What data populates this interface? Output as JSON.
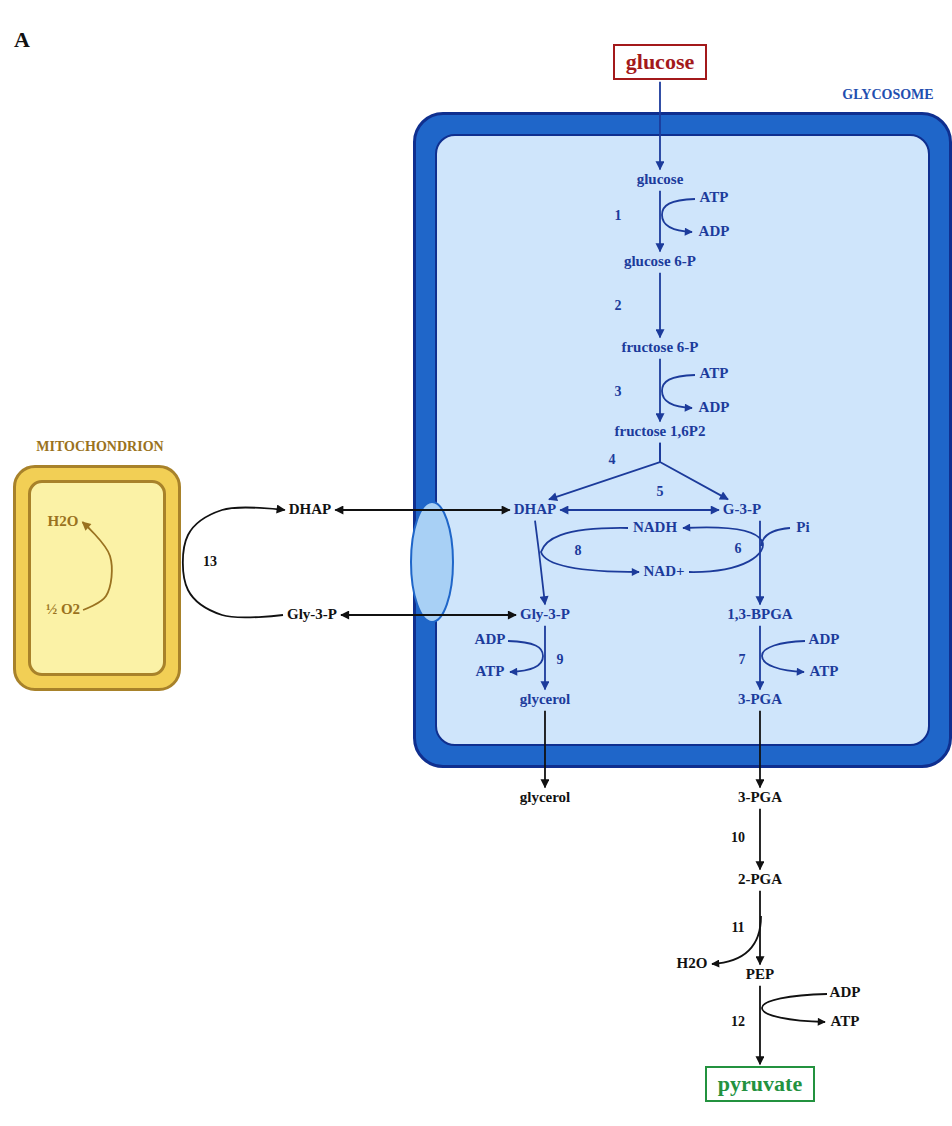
{
  "diagram": {
    "nodes": [
      {
        "text": [
          "glucose"
        ]
      },
      {
        "text": [
          "GLYCOSOME"
        ]
      },
      {
        "text": [
          "glucose"
        ],
        "in": 1
      },
      {
        "text": [
          "glucose 6-P"
        ],
        "in": 1
      },
      {
        "text": [
          "fructose 6-P"
        ],
        "in": 1
      },
      {
        "text": [
          "fructose 1,6P2"
        ],
        "in": 1
      },
      {
        "text": [
          "DHAP"
        ],
        "in": 1
      },
      {
        "text": [
          "G-3-P"
        ],
        "in": 1
      },
      {
        "text": [
          "Gly-3-P"
        ],
        "in": 1
      },
      {
        "text": [
          "1,3-BPGA"
        ],
        "in": 1
      },
      {
        "text": [
          "glycerol"
        ],
        "in": 1
      },
      {
        "text": [
          "3-PGA"
        ],
        "in": 1
      },
      {
        "text": [
          "MITOCHONDRION"
        ]
      },
      {
        "text": [
          "H2O"
        ],
        "in": 12
      },
      {
        "text": [
          "½ O2"
        ],
        "in": 12
      },
      {
        "text": [
          "DHAP"
        ]
      },
      {
        "text": [
          "Gly-3-P"
        ]
      },
      {
        "text": [
          "glycerol"
        ]
      },
      {
        "text": [
          "3-PGA"
        ]
      },
      {
        "text": [
          "2-PGA"
        ]
      },
      {
        "text": [
          "PEP"
        ]
      },
      {
        "text": [
          "pyruvate"
        ]
      }
    ],
    "edges": [
      {
        "from": 0,
        "to": 2,
        "arrow": "to"
      },
      {
        "from": 2,
        "to": 3,
        "arrow": "to"
      },
      {
        "from": 3,
        "to": 4,
        "arrow": "to"
      },
      {
        "from": 4,
        "to": 5,
        "arrow": "to"
      },
      {
        "from": 5,
        "to": 6,
        "arrow": "to"
      },
      {
        "from": 5,
        "to": 7,
        "arrow": "to"
      },
      {
        "from": 6,
        "to": 7,
        "arrow": "both"
      },
      {
        "from": 6,
        "to": 8,
        "arrow": "to"
      },
      {
        "from": 7,
        "to": 9,
        "arrow": "to"
      },
      {
        "from": 8,
        "to": 10,
        "arrow": "to"
      },
      {
        "from": 9,
        "to": 11,
        "arrow": "to"
      },
      {
        "from": 10,
        "to": 17,
        "arrow": "to"
      },
      {
        "from": 11,
        "to": 18,
        "arrow": "to"
      },
      {
        "from": 18,
        "to": 19,
        "arrow": "to"
      },
      {
        "from": 19,
        "to": 20,
        "arrow": "to"
      },
      {
        "from": 20,
        "to": 21,
        "arrow": "to"
      },
      {
        "from": 15,
        "to": 6,
        "arrow": "both"
      },
      {
        "from": 16,
        "to": 8,
        "arrow": "both"
      },
      {
        "from": 16,
        "to": 15,
        "arrow": "to"
      },
      {
        "from": 14,
        "to": 13,
        "arrow": "to"
      }
    ],
    "labels": [
      "A",
      "1",
      "ATP",
      "ADP",
      "2",
      "3",
      "ATP",
      "ADP",
      "4",
      "5",
      "NADH",
      "Pi",
      "6",
      "8",
      "NAD+",
      "ADP",
      "ATP",
      "9",
      "ADP",
      "ATP",
      "7",
      "13",
      "10",
      "11",
      "H2O",
      "ADP",
      "12",
      "ATP"
    ]
  }
}
